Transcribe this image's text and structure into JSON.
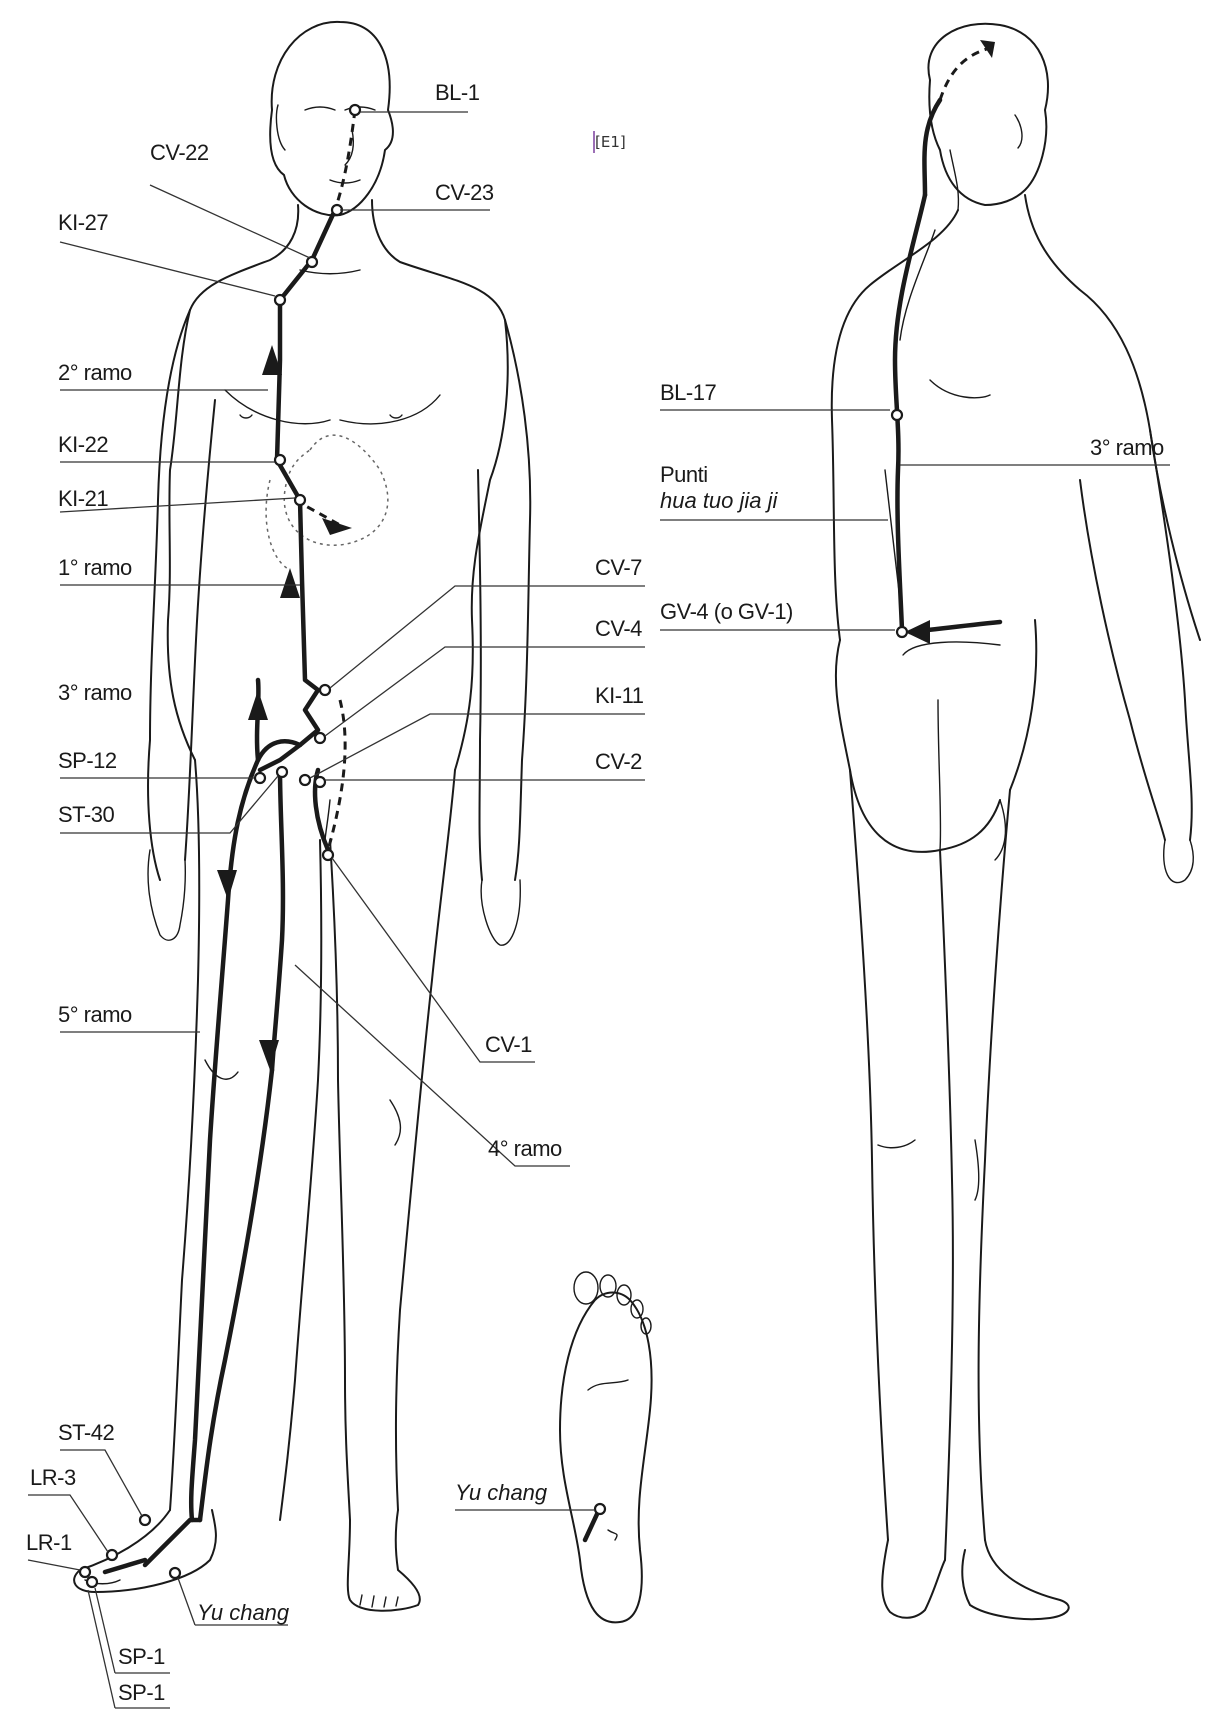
{
  "labels": {
    "bl1": "BL-1",
    "cv22": "CV-22",
    "cv23": "CV-23",
    "ki27": "KI-27",
    "ramo2": "2° ramo",
    "ki22": "KI-22",
    "ki21": "KI-21",
    "ramo1": "1° ramo",
    "cv7": "CV-7",
    "cv4": "CV-4",
    "ramo3_front": "3° ramo",
    "ki11": "KI-11",
    "sp12": "SP-12",
    "cv2": "CV-2",
    "st30": "ST-30",
    "ramo5": "5° ramo",
    "cv1": "CV-1",
    "ramo4": "4° ramo",
    "st42": "ST-42",
    "lr3": "LR-3",
    "lr1": "LR-1",
    "yu_chang_leg": "Yu chang",
    "sp1_a": "SP-1",
    "sp1_b": "SP-1",
    "yu_chang_foot": "Yu chang",
    "bl17": "BL-17",
    "ramo3_back": "3° ramo",
    "punti": "Punti",
    "hua_tuo": "hua tuo jia ji",
    "gv4": "GV-4 (o GV-1)",
    "editor_mark": "[E1]"
  },
  "colors": {
    "ink": "#1a1a1a",
    "background": "#ffffff",
    "editor_mark": "#7b3f9e"
  }
}
